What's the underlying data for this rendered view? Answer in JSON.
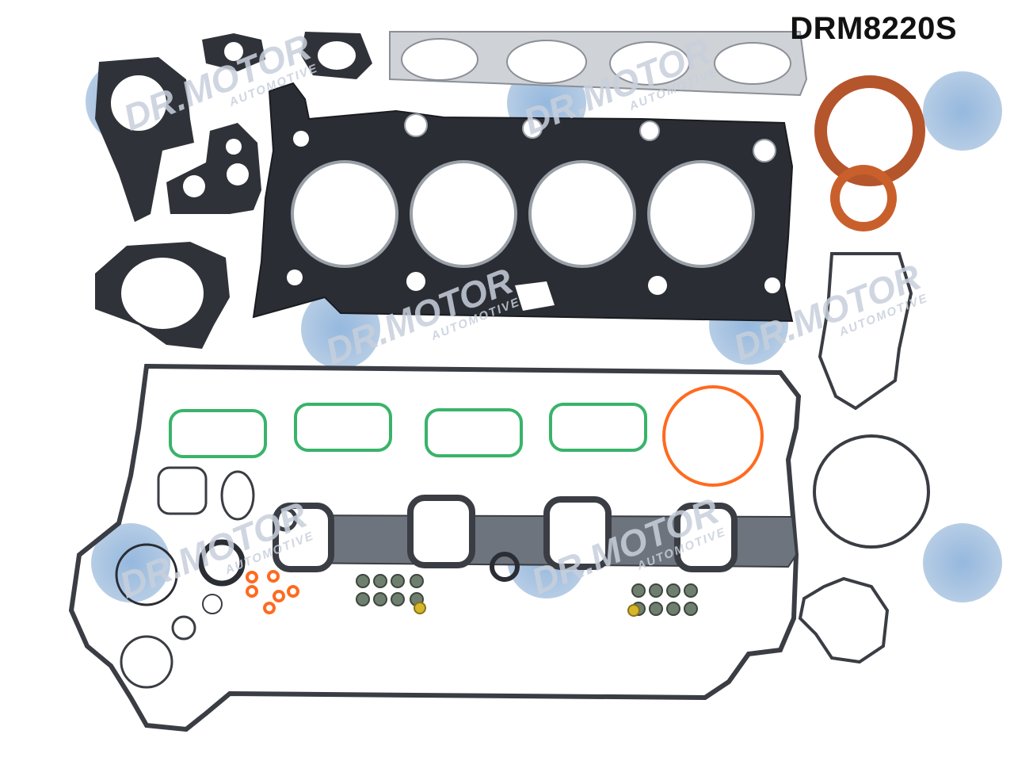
{
  "product": {
    "code": "DRM8220S"
  },
  "watermark": {
    "brand": "DR.MOTOR",
    "tagline": "AUTOMOTIVE",
    "logo_color": "#2f6fb5"
  },
  "colors": {
    "gasket_dark": "#2a2d33",
    "gasket_mid": "#5c6370",
    "gasket_light": "#9aa0a8",
    "exhaust_gasket": "#cfd2d6",
    "seal_orange": "#c9602c",
    "seal_red_brown": "#b5552c",
    "intake_green": "#39b36a",
    "oring_orange": "#ff6a1f",
    "valve_stem_seal": "#586a58"
  }
}
